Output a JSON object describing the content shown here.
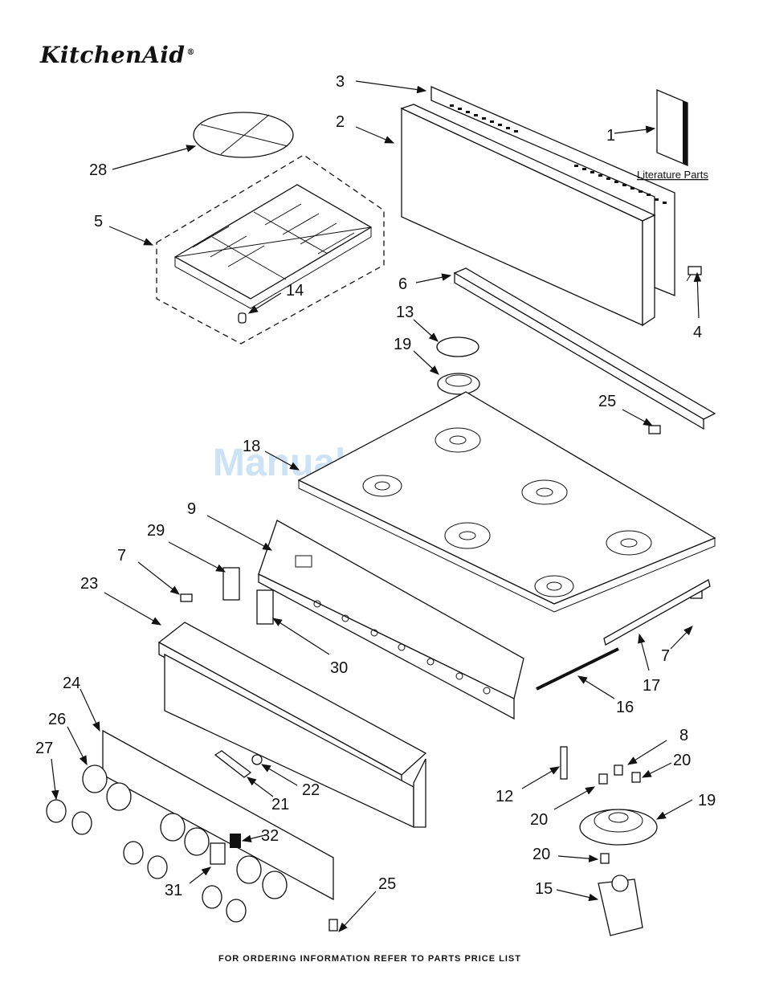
{
  "brand": "KitchenAid",
  "brand_mark": "®",
  "watermark": "ManualsLib.com",
  "literature_label": "Literature Parts",
  "footer": "FOR ORDERING INFORMATION REFER TO PARTS PRICE LIST",
  "callouts": {
    "c1": "1",
    "c2": "2",
    "c3": "3",
    "c4": "4",
    "c5": "5",
    "c6": "6",
    "c7a": "7",
    "c7b": "7",
    "c8": "8",
    "c9": "9",
    "c12": "12",
    "c13": "13",
    "c14": "14",
    "c15": "15",
    "c16": "16",
    "c17": "17",
    "c18": "18",
    "c19a": "19",
    "c19b": "19",
    "c20a": "20",
    "c20b": "20",
    "c20c": "20",
    "c21": "21",
    "c22": "22",
    "c23": "23",
    "c24": "24",
    "c25a": "25",
    "c25b": "25",
    "c26": "26",
    "c27": "27",
    "c28": "28",
    "c29": "29",
    "c30": "30",
    "c31": "31",
    "c32": "32"
  }
}
